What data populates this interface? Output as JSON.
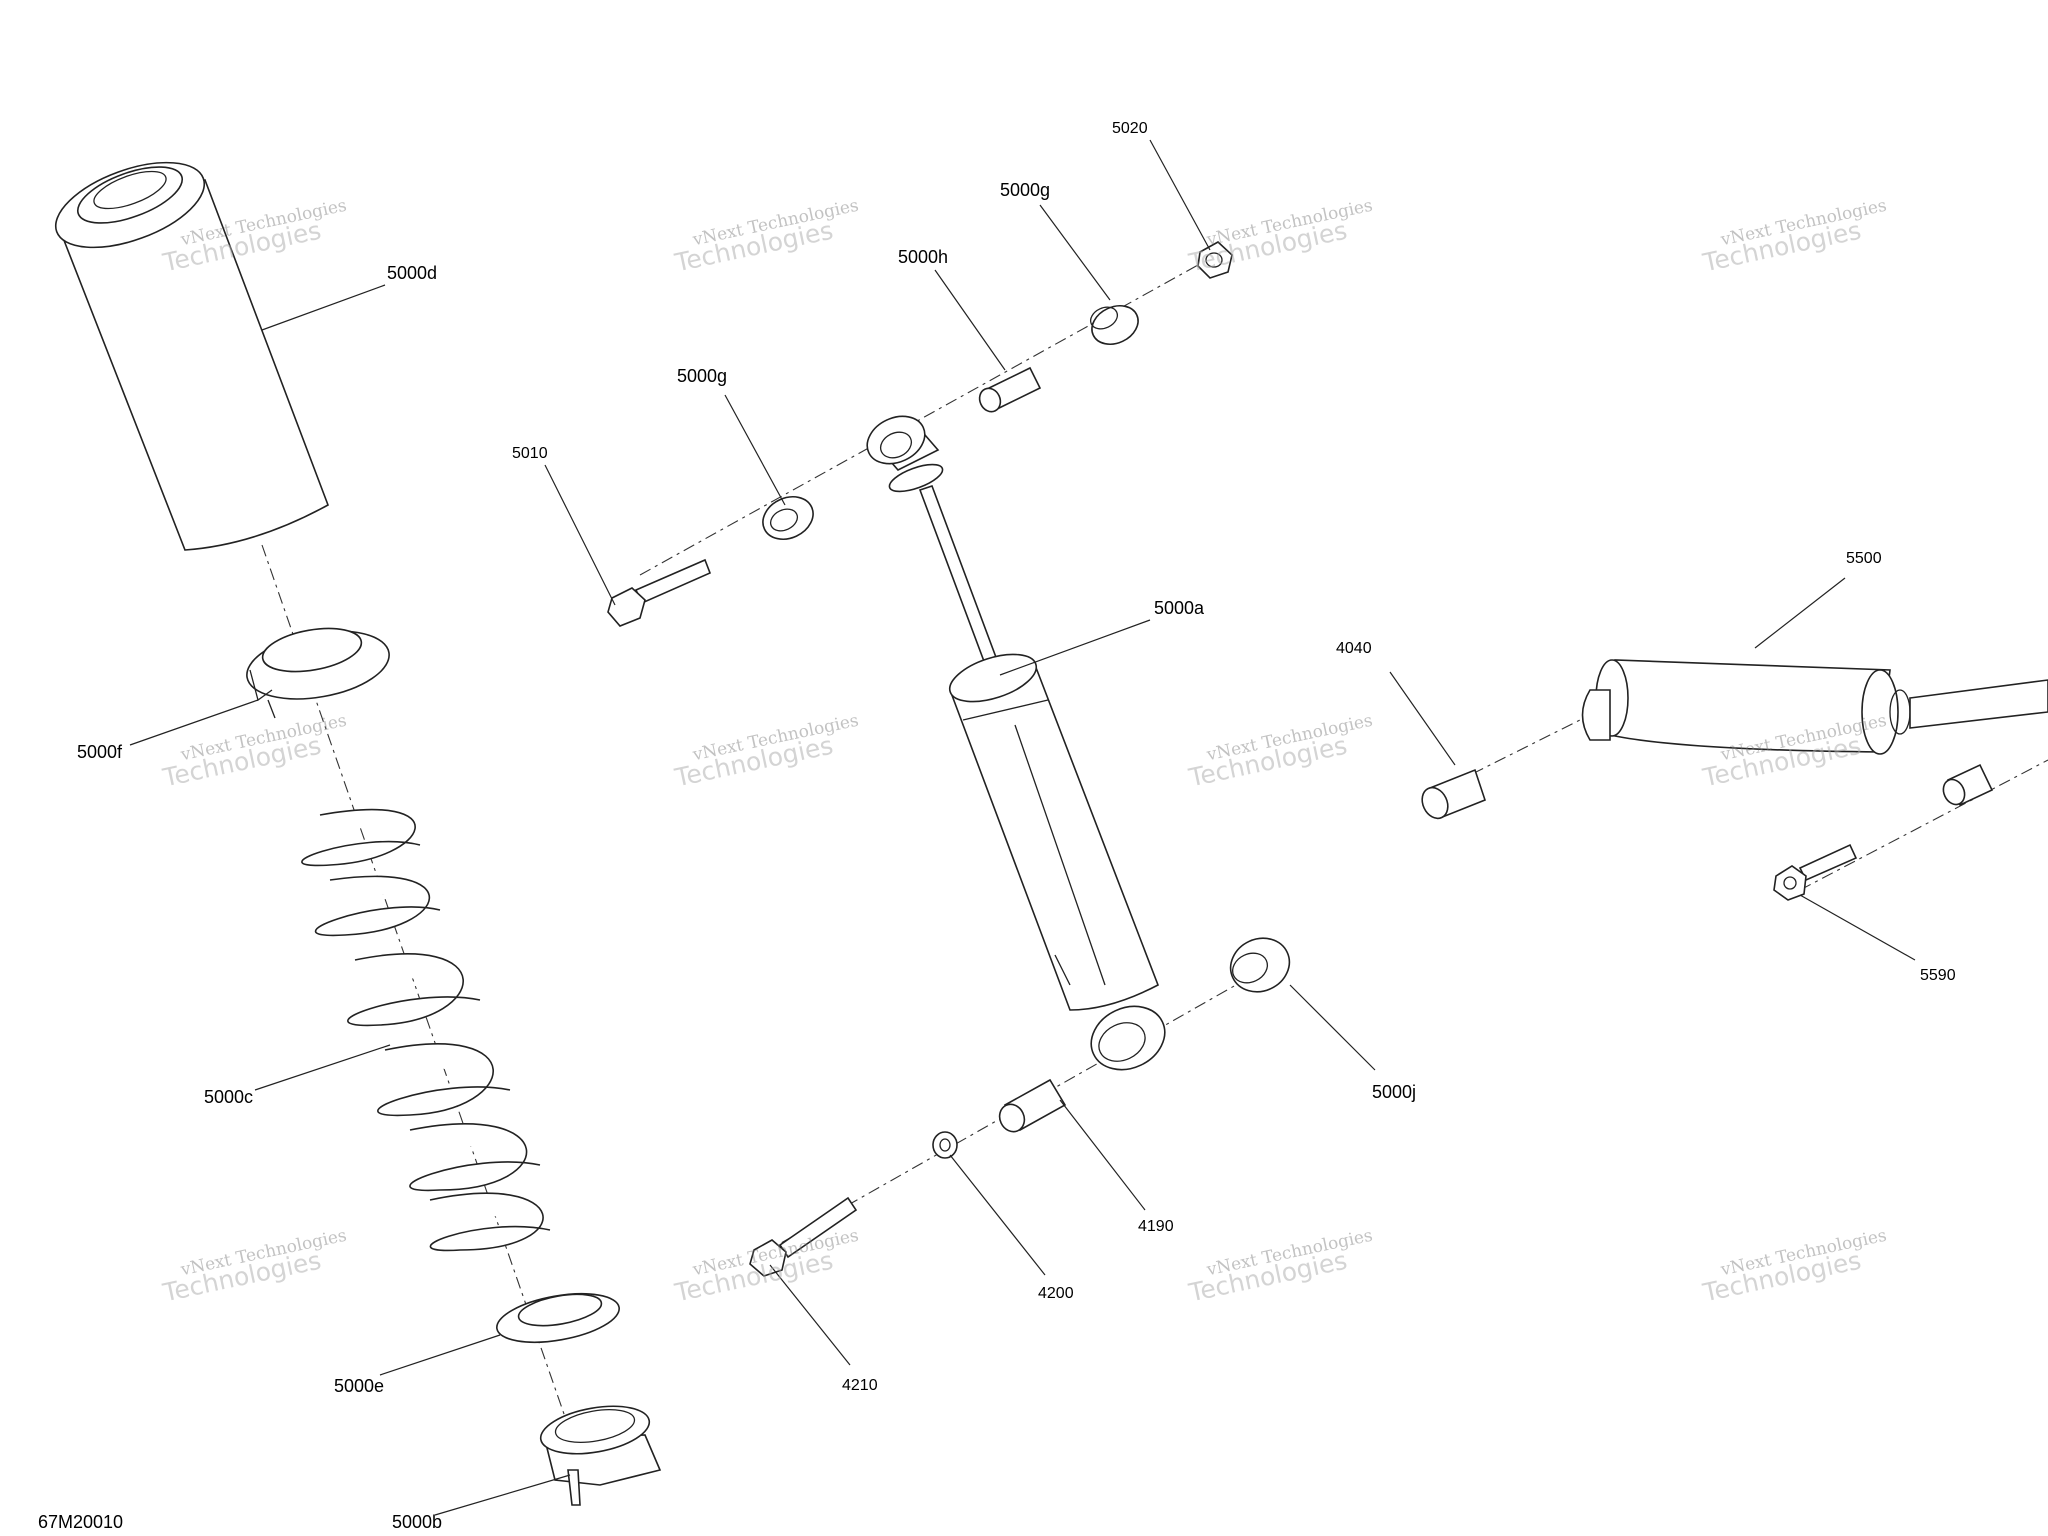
{
  "diagram": {
    "drawing_number": "67M20010",
    "callouts": {
      "c5000d": "5000d",
      "c5000f": "5000f",
      "c5000c": "5000c",
      "c5000e": "5000e",
      "c5000b": "5000b",
      "c5010": "5010",
      "c5000g_left": "5000g",
      "c5000h": "5000h",
      "c5000g_top": "5000g",
      "c5020": "5020",
      "c5000a": "5000a",
      "c5000j": "5000j",
      "c4190": "4190",
      "c4200": "4200",
      "c4210": "4210",
      "c4040": "4040",
      "c5500": "5500",
      "c5590": "5590"
    },
    "watermark": {
      "line1": "vNext Technologies",
      "line2": "Technologies"
    }
  }
}
